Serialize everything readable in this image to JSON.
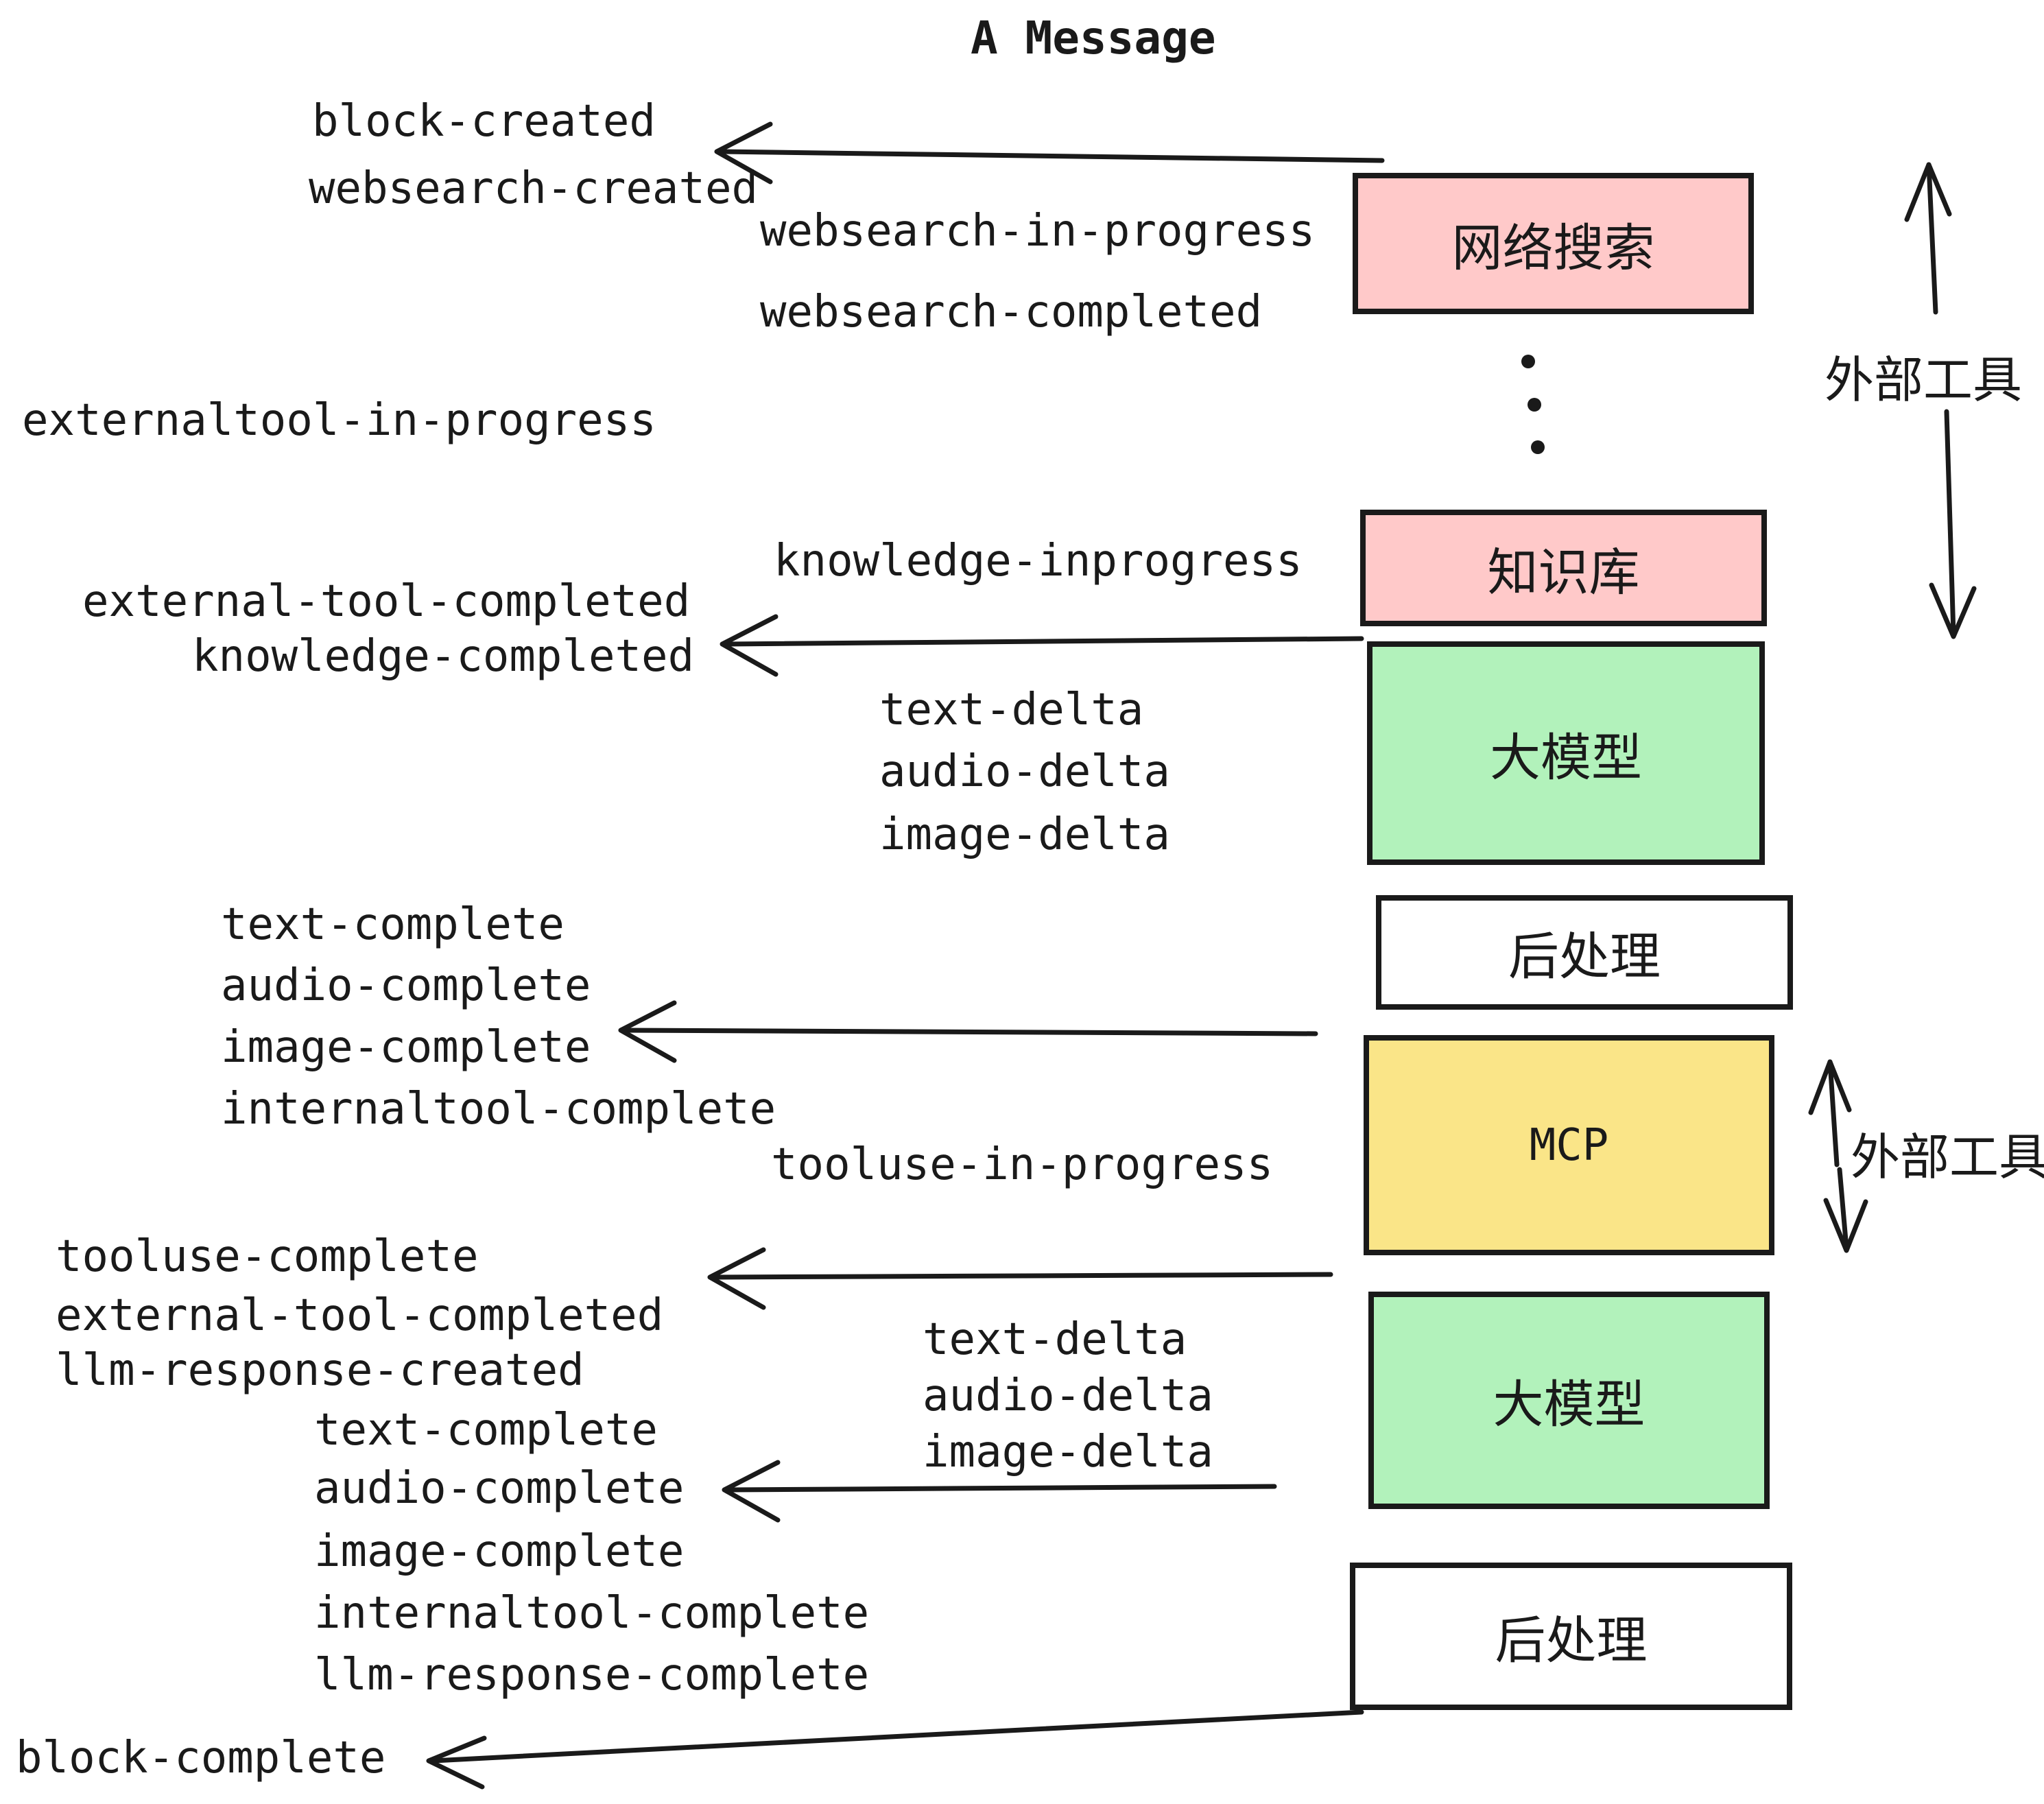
{
  "title": "A Message",
  "colors": {
    "pink": "#ffc9c9",
    "green": "#b2f2bb",
    "yellow": "#fae588",
    "white": "#ffffff",
    "ink": "#1a1a1a"
  },
  "boxes": {
    "websearch": {
      "label": "网络搜索"
    },
    "knowledge": {
      "label": "知识库"
    },
    "llm1": {
      "label": "大模型"
    },
    "post1": {
      "label": "后处理"
    },
    "mcp": {
      "label": "MCP"
    },
    "llm2": {
      "label": "大模型"
    },
    "post2": {
      "label": "后处理"
    }
  },
  "side_labels": {
    "external_tools_1": "外部工具",
    "external_tools_2": "外部工具"
  },
  "events": {
    "block_created": "block-created",
    "websearch_created": "websearch-created",
    "websearch_in_progress": "websearch-in-progress",
    "websearch_completed": "websearch-completed",
    "externaltool_in_progress": "externaltool-in-progress",
    "knowledge_inprogress": "knowledge-inprogress",
    "external_tool_completed_1": "external-tool-completed",
    "knowledge_completed": "knowledge-completed",
    "text_delta_1": "text-delta",
    "audio_delta_1": "audio-delta",
    "image_delta_1": "image-delta",
    "text_complete_1": "text-complete",
    "audio_complete_1": "audio-complete",
    "image_complete_1": "image-complete",
    "internaltool_complete_1": "internaltool-complete",
    "tooluse_in_progress": "tooluse-in-progress",
    "tooluse_complete": "tooluse-complete",
    "external_tool_completed_2": "external-tool-completed",
    "llm_response_created": "llm-response-created",
    "text_complete_2": "text-complete",
    "audio_complete_2": "audio-complete",
    "image_complete_2": "image-complete",
    "internaltool_complete_2": "internaltool-complete",
    "llm_response_complete": "llm-response-complete",
    "block_complete": "block-complete"
  }
}
